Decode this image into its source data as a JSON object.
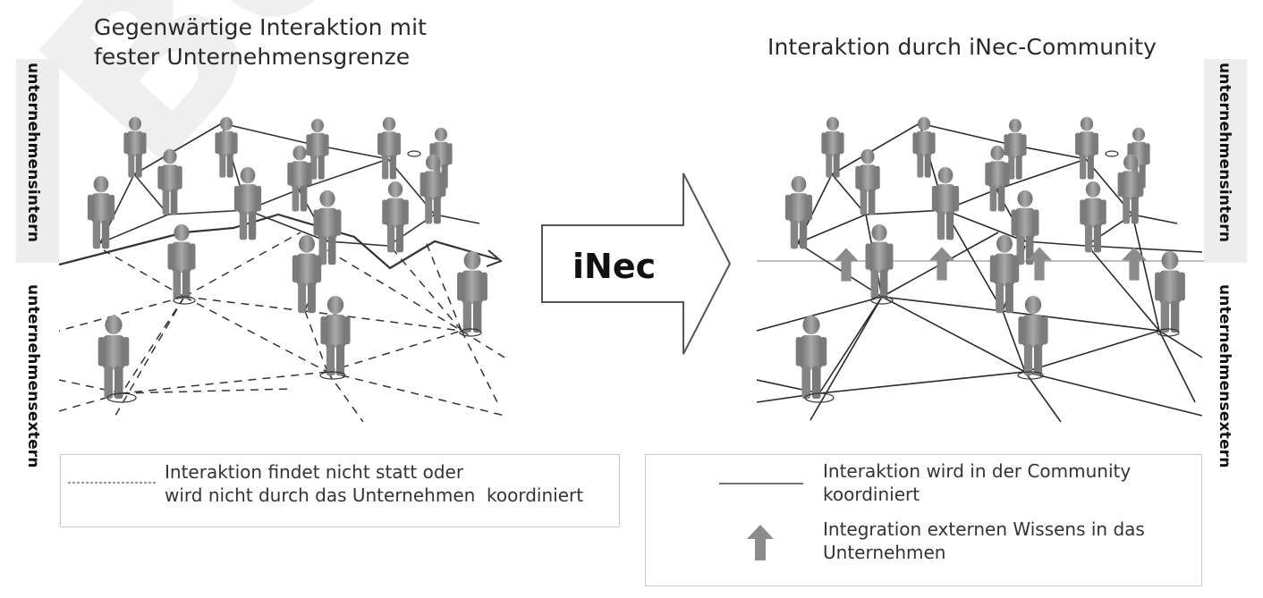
{
  "titles": {
    "left_line1": "Gegenwärtige Interaktion mit",
    "left_line2": "fester Unternehmensgrenze",
    "right": "Interaktion durch iNec-Community"
  },
  "side_labels": {
    "left_intern": "unternehmensintern",
    "left_extern": "unternehmensextern",
    "right_intern": "unternehmensintern",
    "right_extern": "unternehmensextern"
  },
  "center_arrow_label": "iNec",
  "legend_left": {
    "line1": "Interaktion findet nicht statt oder",
    "line2": "wird nicht durch das Unternehmen  koordiniert"
  },
  "legend_right": {
    "item1_line1": "Interaktion wird in der Community",
    "item1_line2": "koordiniert",
    "item2_line1": "Integration externen Wissens in das",
    "item2_line2": "Unternehmen"
  },
  "watermark_text": "Beleg",
  "colors": {
    "figure": "#8a8a8a",
    "arrow_up": "#8c8c8c",
    "band": "#ededed",
    "watermark": "#e1e1e1"
  }
}
